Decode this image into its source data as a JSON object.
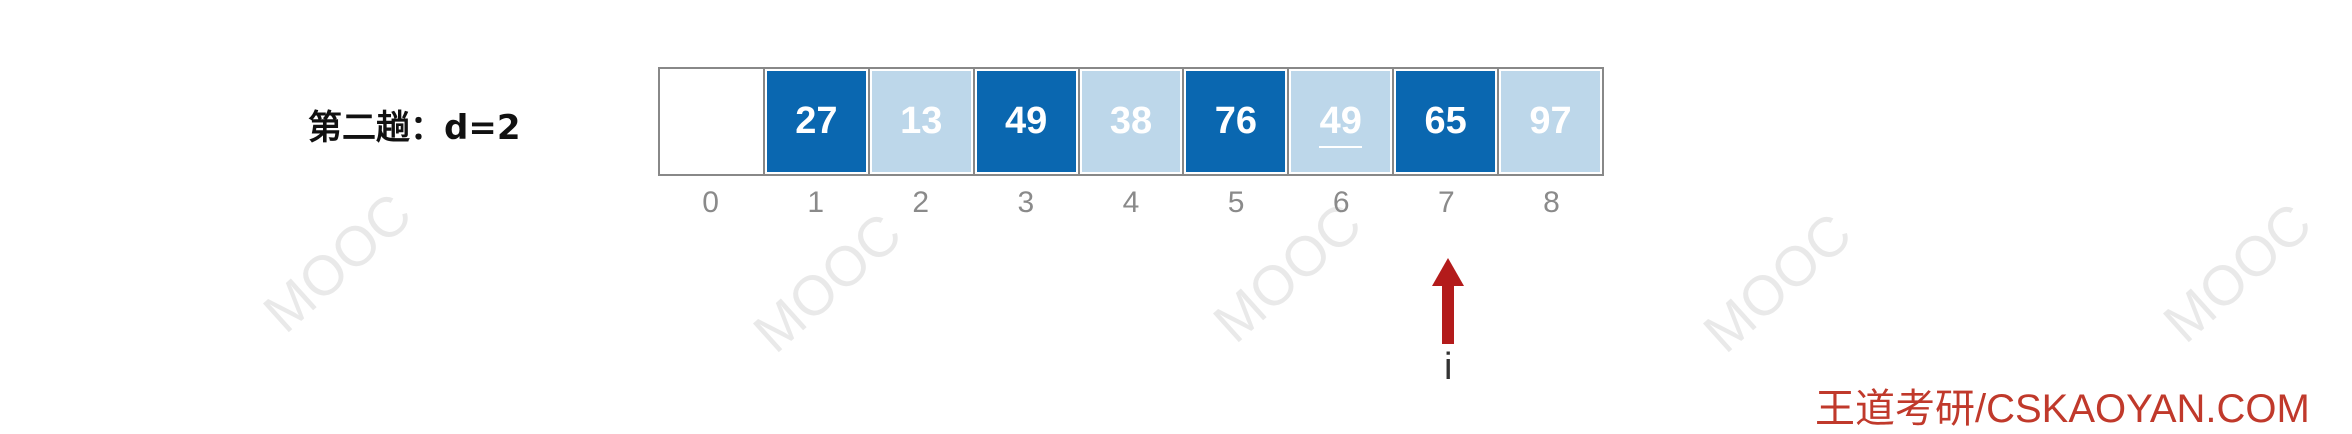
{
  "pass_label": "第二趟：d=2",
  "array": {
    "cells": [
      {
        "value": "",
        "style": "empty",
        "color": "#ffffff"
      },
      {
        "value": "27",
        "style": "active",
        "color": "#0a67b0"
      },
      {
        "value": "13",
        "style": "faded",
        "color": "#bdd7ea"
      },
      {
        "value": "49",
        "style": "active",
        "color": "#0a67b0"
      },
      {
        "value": "38",
        "style": "faded",
        "color": "#bdd7ea"
      },
      {
        "value": "76",
        "style": "active",
        "color": "#0a67b0"
      },
      {
        "value": "49",
        "style": "faded",
        "color": "#bdd7ea",
        "underlined": true
      },
      {
        "value": "65",
        "style": "active",
        "color": "#0a67b0"
      },
      {
        "value": "97",
        "style": "faded",
        "color": "#bdd7ea"
      }
    ],
    "indices": [
      "0",
      "1",
      "2",
      "3",
      "4",
      "5",
      "6",
      "7",
      "8"
    ]
  },
  "pointer": {
    "label": "i",
    "index": 7,
    "color": "#b31b1b"
  },
  "site_text": "王道考研/CSKAOYAN.COM",
  "watermark": {
    "text": "MOOC"
  }
}
